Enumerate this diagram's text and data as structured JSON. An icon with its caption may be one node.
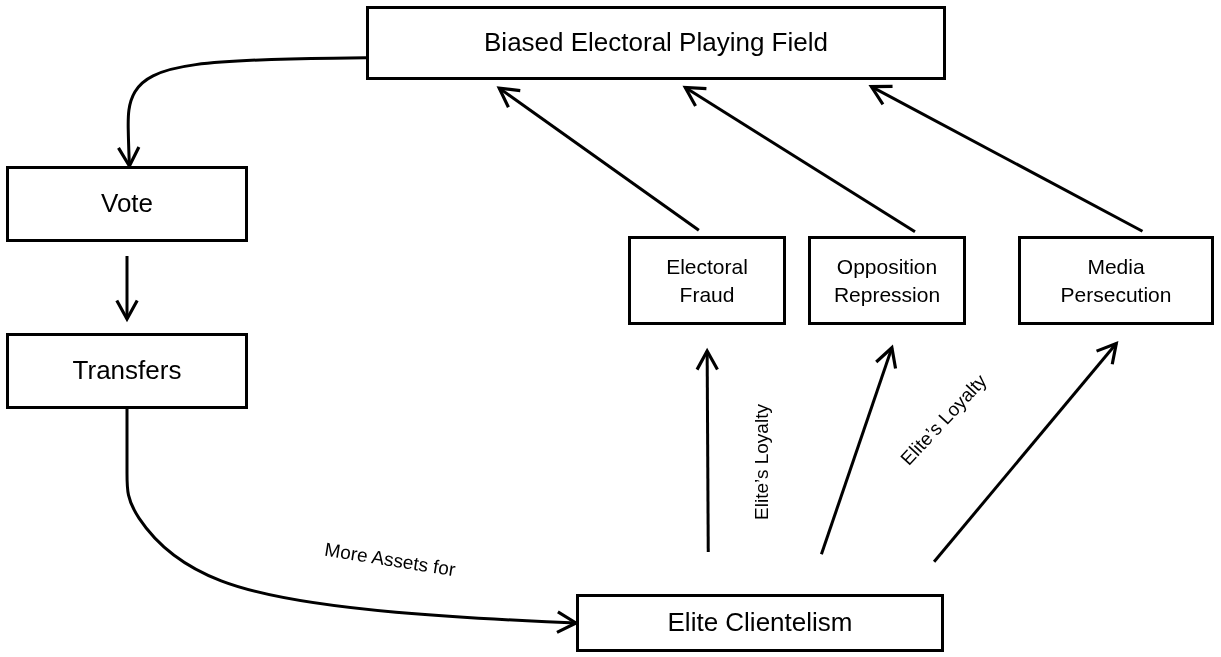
{
  "diagram": {
    "nodes": [
      {
        "text": [
          "Biased Electoral Playing Field"
        ]
      },
      {
        "text": [
          "Vote"
        ]
      },
      {
        "text": [
          "Transfers"
        ]
      },
      {
        "text": [
          "Electoral Fraud"
        ]
      },
      {
        "text": [
          "Opposition Repression"
        ]
      },
      {
        "text": [
          "Media Persecution"
        ]
      },
      {
        "text": [
          "Elite Clientelism"
        ]
      }
    ],
    "edges": [
      {
        "from": 0,
        "to": 1,
        "arrow": "to"
      },
      {
        "from": 1,
        "to": 2,
        "arrow": "to"
      },
      {
        "from": 2,
        "to": 6,
        "arrow": "to",
        "label": "More Assets for"
      },
      {
        "from": 3,
        "to": 0,
        "arrow": "to"
      },
      {
        "from": 4,
        "to": 0,
        "arrow": "to"
      },
      {
        "from": 5,
        "to": 0,
        "arrow": "to"
      },
      {
        "from": 6,
        "to": 3,
        "arrow": "to",
        "label": "Elite’s Loyalty"
      },
      {
        "from": 6,
        "to": 4,
        "arrow": "to",
        "label": "Elite’s Loyalty"
      },
      {
        "from": 6,
        "to": 5,
        "arrow": "to"
      }
    ]
  }
}
